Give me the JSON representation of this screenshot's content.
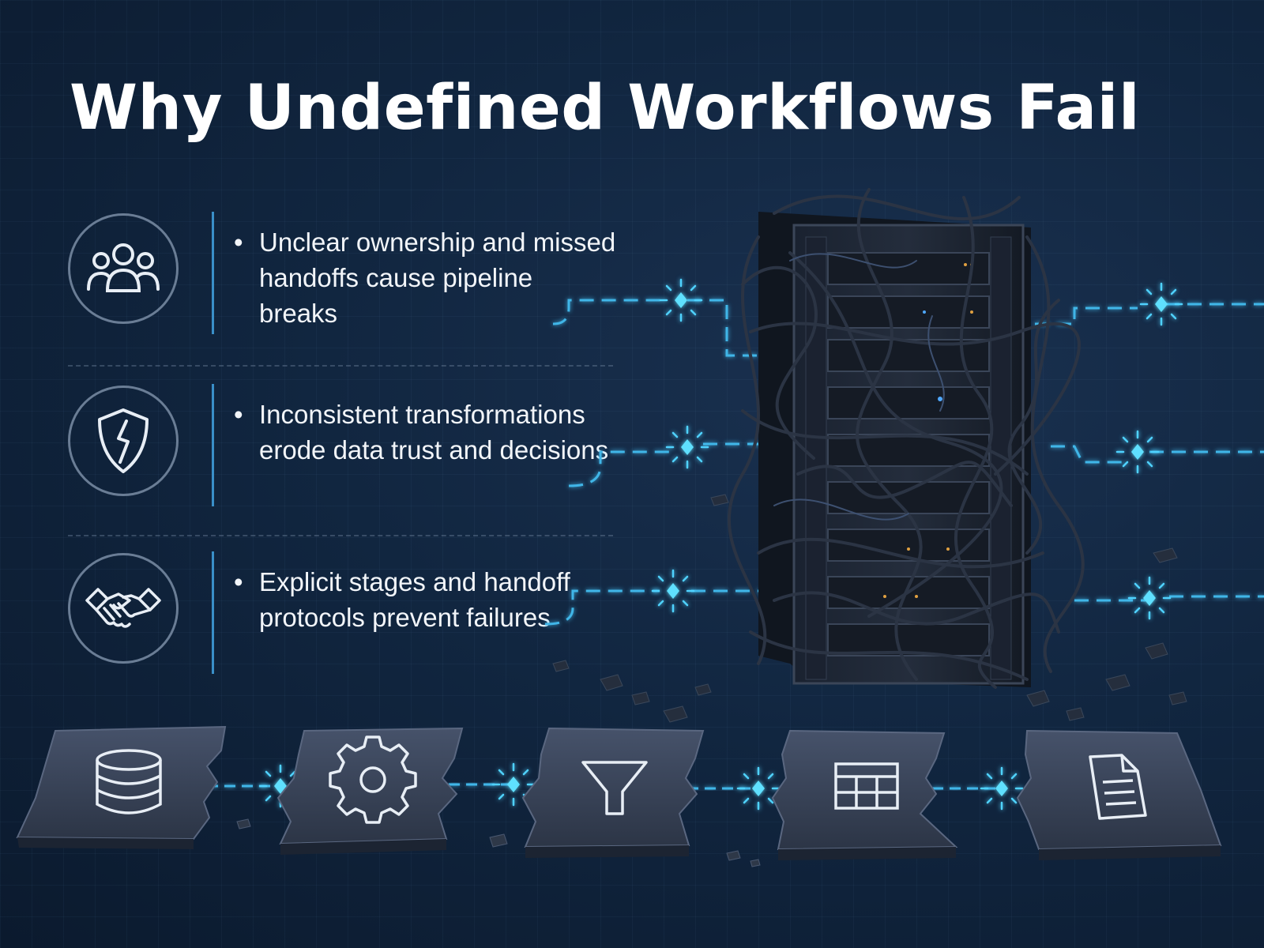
{
  "title": "Why Undefined Workflows Fail",
  "bullets": [
    {
      "icon": "people-group-icon",
      "text": "Unclear ownership and missed handoffs cause pipeline breaks"
    },
    {
      "icon": "broken-shield-icon",
      "text": "Inconsistent transformations erode data trust and decisions"
    },
    {
      "icon": "handshake-icon",
      "text": "Explicit stages and handoff protocols prevent failures"
    }
  ],
  "bullet_marker": "•",
  "pipeline_stages": [
    {
      "icon": "database-icon"
    },
    {
      "icon": "gear-icon"
    },
    {
      "icon": "filter-funnel-icon"
    },
    {
      "icon": "table-icon"
    },
    {
      "icon": "document-icon"
    }
  ],
  "illustration": "server-rack-tangled-cables",
  "colors": {
    "background": "#112640",
    "accent_cyan": "#4fd2ff",
    "divider_bar": "#3a8fc8",
    "tile": "#3a4658"
  }
}
